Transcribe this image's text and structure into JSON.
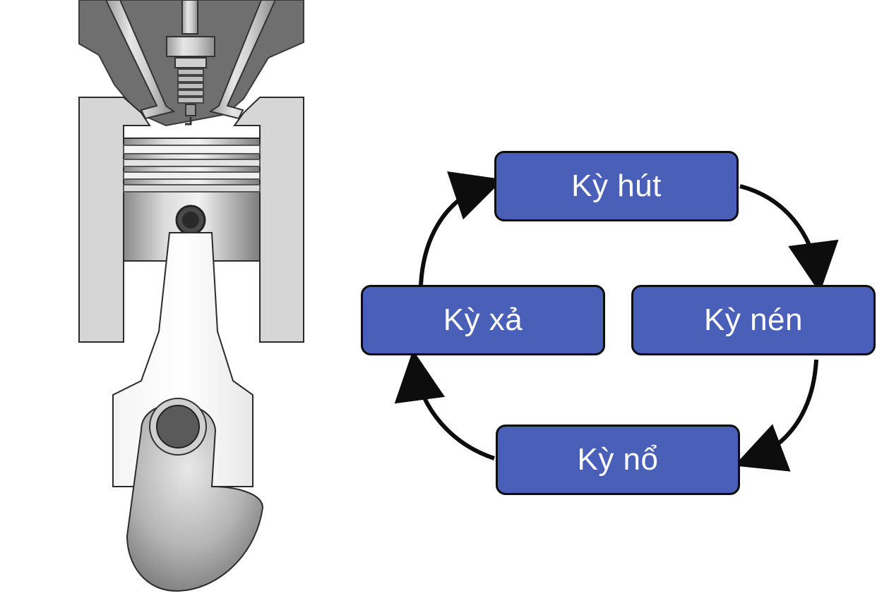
{
  "cycle": {
    "stages": [
      {
        "id": "intake",
        "label": "Kỳ hút"
      },
      {
        "id": "compression",
        "label": "Kỳ nén"
      },
      {
        "id": "combustion",
        "label": "Kỳ nổ"
      },
      {
        "id": "exhaust",
        "label": "Kỳ xả"
      }
    ],
    "direction": "clockwise",
    "box_fill_color": "#4a5fb8",
    "box_border_color": "#0d0d0d",
    "text_color": "#ffffff",
    "arrow_color": "#0d0d0d"
  },
  "illustration": {
    "subject": "piston-engine-cross-section",
    "parts": [
      "spark-plug",
      "intake-valve",
      "exhaust-valve",
      "cylinder-head",
      "cylinder-wall",
      "piston",
      "piston-rings",
      "piston-pin",
      "connecting-rod",
      "crankshaft"
    ],
    "head_color": "#6e6e6e",
    "metal_color": "#c8c8c8"
  }
}
